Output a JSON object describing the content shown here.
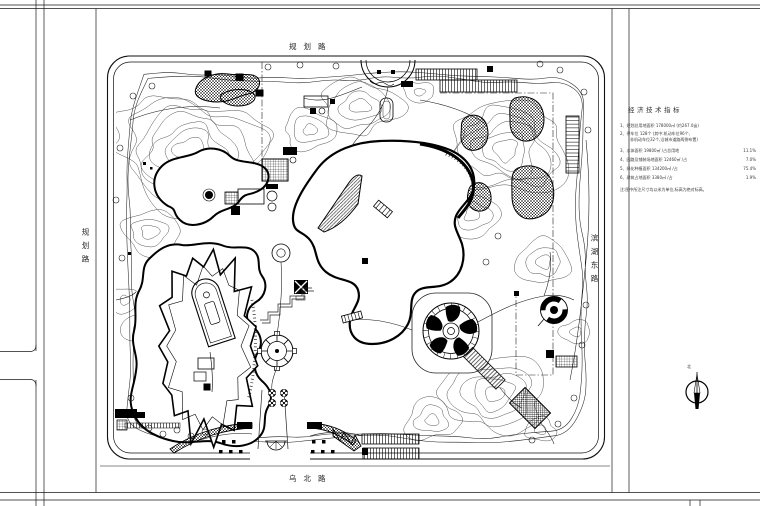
{
  "labels": {
    "road_north": "规划路",
    "road_west": "规划路",
    "road_east": "滨湖东路",
    "road_south": "乌北路",
    "compass": "北"
  },
  "legend": {
    "title": "经济技术指标",
    "items": [
      {
        "text": "1、规划总用地面积 178000㎡ (约267.0亩)",
        "value": ""
      },
      {
        "text": "2、停车位 128个 (其中:机动车位96个、",
        "value": ""
      },
      {
        "text": "非机动车位32个,沿城市道路两侧布置)",
        "value": ""
      },
      {
        "text": "3、水体面积 19800㎡ /占总用地",
        "value": "11.1%"
      },
      {
        "text": "4、园路及铺装场地面积 12460㎡ /占",
        "value": "7.0%"
      },
      {
        "text": "5、绿化种植面积 134200㎡ /占",
        "value": "75.4%"
      },
      {
        "text": "6、建筑占地面积 3380㎡ /占",
        "value": "1.9%"
      }
    ],
    "note": "注:图中所注尺寸均以米为单位,标高为绝对标高。"
  }
}
